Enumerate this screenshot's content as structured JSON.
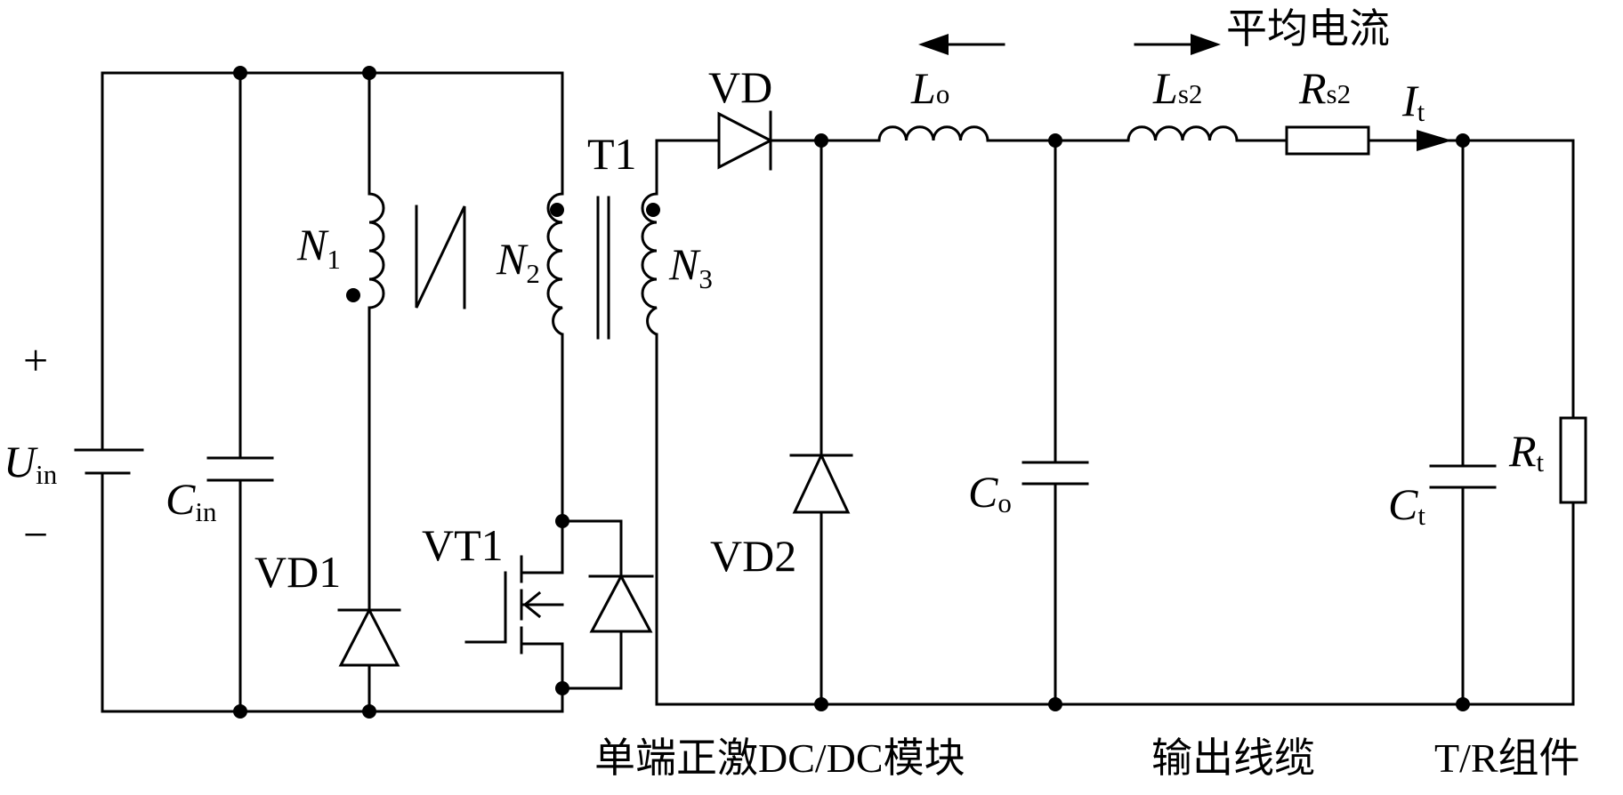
{
  "labels": {
    "uin": "U",
    "uin_sub": "in",
    "cin": "C",
    "cin_sub": "in",
    "n1": "N",
    "n1_sub": "1",
    "n2": "N",
    "n2_sub": "2",
    "n3": "N",
    "n3_sub": "3",
    "t1": "T1",
    "vd": "VD",
    "vd1": "VD1",
    "vd2": "VD2",
    "vt1": "VT1",
    "lo": "L",
    "lo_sub": "o",
    "ls2": "L",
    "ls2_sub": "s2",
    "rs2": "R",
    "rs2_sub": "s2",
    "it": "I",
    "it_sub": "t",
    "co": "C",
    "co_sub": "o",
    "ct": "C",
    "ct_sub": "t",
    "rt": "R",
    "rt_sub": "t",
    "plus": "+",
    "minus": "−",
    "avg_current": "平均电流"
  },
  "sections": {
    "module": "单端正激DC/DC模块",
    "cable": "输出线缆",
    "tr": "T/R组件"
  }
}
